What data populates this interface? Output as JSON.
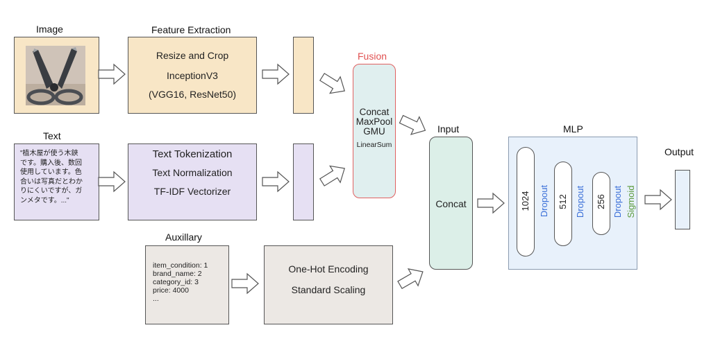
{
  "image_section": {
    "label": "Image"
  },
  "feature_extraction": {
    "label": "Feature Extraction",
    "steps": [
      "Resize and Crop",
      "InceptionV3",
      "(VGG16, ResNet50)"
    ]
  },
  "text_section": {
    "label": "Text",
    "sample_lines": [
      "\"植木屋が使う木鋏",
      "です。購入後、数回",
      "使用しています。色",
      "合いは写真だとわか",
      "りにくいですが、ガ",
      "ンメタです。...\""
    ]
  },
  "text_processing": {
    "steps": [
      "Text Tokenization",
      "Text Normalization",
      "TF-IDF Vectorizer"
    ]
  },
  "fusion": {
    "label": "Fusion",
    "methods": [
      "Concat",
      "MaxPool",
      "GMU",
      "LinearSum"
    ]
  },
  "auxillary": {
    "label": "Auxillary",
    "fields": [
      "item_condition: 1",
      "brand_name: 2",
      "category_id: 3",
      "price: 4000",
      "..."
    ]
  },
  "aux_processing": {
    "steps": [
      "One-Hot Encoding",
      "Standard Scaling"
    ]
  },
  "input": {
    "label": "Input",
    "box_text": "Concat"
  },
  "mlp": {
    "label": "MLP",
    "layers": [
      "1024",
      "512",
      "256"
    ],
    "dropout_label": "Dropout",
    "sigmoid_label": "Sigmoid"
  },
  "output": {
    "label": "Output"
  },
  "colors": {
    "feature_fill": "#f8e6c6",
    "text_fill": "#e6e0f3",
    "aux_fill": "#ece8e4",
    "fusion_fill": "#e0efef",
    "fusion_border": "#e06060",
    "fusion_label": "#e05050",
    "input_fill": "#dcefe8",
    "mlp_fill": "#e8f1fb",
    "dropout": "#3a6fd8",
    "sigmoid": "#5a9a3a"
  }
}
